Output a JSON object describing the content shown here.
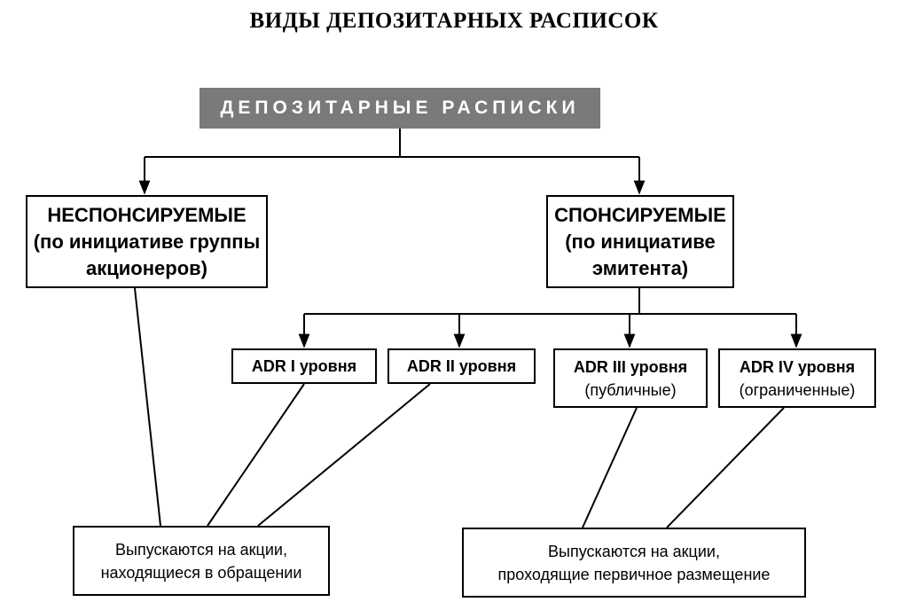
{
  "title": "ВИДЫ ДЕПОЗИТАРНЫХ  РАСПИСОК",
  "root": {
    "label": "ДЕПОЗИТАРНЫЕ  РАСПИСКИ"
  },
  "categories": [
    {
      "label": "НЕСПОНСИРУЕМЫЕ",
      "sub1": "(по инициативе группы",
      "sub2": "акционеров)"
    },
    {
      "label": "СПОНСИРУЕМЫЕ",
      "sub1": "(по инициативе",
      "sub2": "эмитента)"
    }
  ],
  "levels": [
    {
      "label": "ADR I уровня",
      "note": ""
    },
    {
      "label": "ADR II уровня",
      "note": ""
    },
    {
      "label": "ADR III уровня",
      "note": "(публичные)"
    },
    {
      "label": "ADR IV уровня",
      "note": "(ограниченные)"
    }
  ],
  "issuance": [
    {
      "line1": "Выпускаются на акции,",
      "line2": "находящиеся в обращении"
    },
    {
      "line1": "Выпускаются на акции,",
      "line2": "проходящие первичное размещение"
    }
  ]
}
